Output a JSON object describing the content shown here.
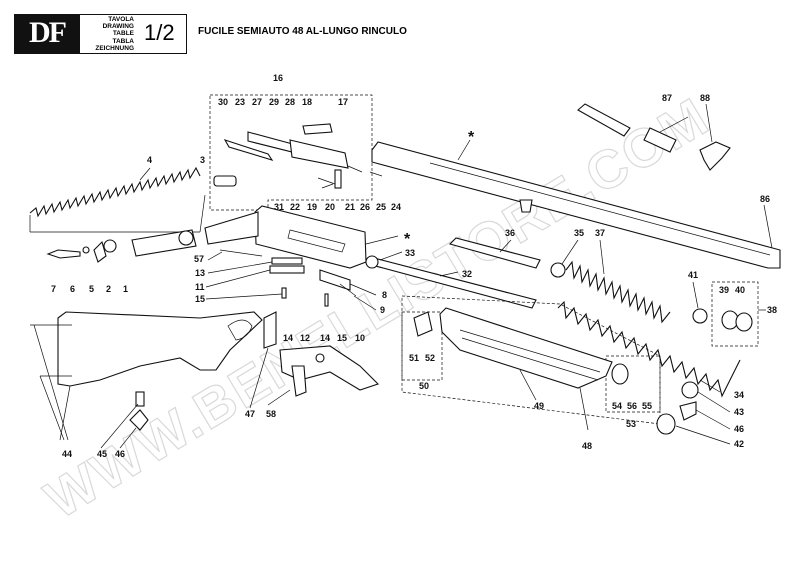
{
  "header": {
    "logo_text": "DF",
    "table_words": [
      "TAVOLA",
      "DRAWING",
      "TABLE",
      "TABLA",
      "ZEICHNUNG"
    ],
    "page": "1/2",
    "title": "FUCILE SEMIAUTO 48 AL-LUNGO RINCULO"
  },
  "watermark": "WWW.BENELLISTORE.COM",
  "asterisk": "*",
  "labels": {
    "p1": "1",
    "p2": "2",
    "p3": "3",
    "p4": "4",
    "p5": "5",
    "p6": "6",
    "p7": "7",
    "p8": "8",
    "p9": "9",
    "p10": "10",
    "p11": "11",
    "p12": "12",
    "p13": "13",
    "p14a": "14",
    "p14b": "14",
    "p15a": "15",
    "p15b": "15",
    "p16": "16",
    "p17": "17",
    "p18": "18",
    "p19": "19",
    "p20": "20",
    "p21": "21",
    "p22": "22",
    "p23": "23",
    "p25": "25",
    "p26": "26",
    "p27": "27",
    "p28": "28",
    "p29": "29",
    "p30": "30",
    "p31": "31",
    "p24": "24",
    "p32": "32",
    "p33": "33",
    "p34": "34",
    "p35": "35",
    "p36": "36",
    "p37": "37",
    "p38": "38",
    "p39": "39",
    "p40": "40",
    "p41": "41",
    "p42": "42",
    "p43": "43",
    "p44": "44",
    "p45": "45",
    "p46a": "46",
    "p46b": "46",
    "p47": "47",
    "p48": "48",
    "p49": "49",
    "p50": "50",
    "p51": "51",
    "p52": "52",
    "p53": "53",
    "p54": "54",
    "p55": "55",
    "p56": "56",
    "p57": "57",
    "p58": "58",
    "p86": "86",
    "p87": "87",
    "p88": "88"
  }
}
